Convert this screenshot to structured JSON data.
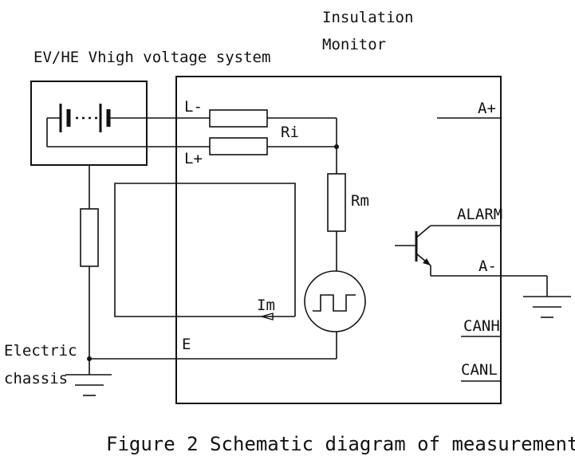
{
  "title": {
    "line1": "Insulation",
    "line2": "Monitor"
  },
  "system_label": "EV/HE Vhigh voltage system",
  "labels": {
    "l_minus": "L-",
    "l_plus": "L+",
    "ri": "Ri",
    "rm": "Rm",
    "im": "Im",
    "e": "E",
    "a_plus": "A+",
    "alarm": "ALARM",
    "a_minus": "A-",
    "canh": "CANH",
    "canl": "CANL",
    "chassis_line1": "Electric",
    "chassis_line2": "chassis"
  },
  "caption": "Figure 2 Schematic diagram of measurement"
}
